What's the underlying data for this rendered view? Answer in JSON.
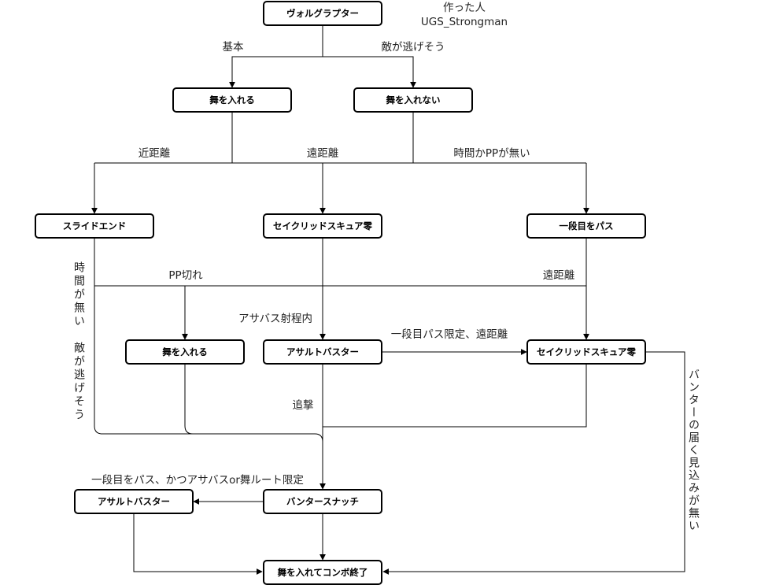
{
  "author": {
    "line1": "作った人",
    "line2": "UGS_Strongman"
  },
  "nodes": {
    "start": "ヴォルグラプター",
    "mai_ireru_top": "舞を入れる",
    "mai_irenai": "舞を入れない",
    "slide_end": "スライドエンド",
    "sacred_mid": "セイクリッドスキュア零",
    "ichidanme_pass": "一段目をパス",
    "mai_ireru_low": "舞を入れる",
    "assault_mid": "アサルトバスター",
    "sacred_right": "セイクリッドスキュア零",
    "banter_snatch": "バンタースナッチ",
    "assault_left": "アサルトバスター",
    "end": "舞を入れてコンボ終了"
  },
  "edge_labels": {
    "kihon": "基本",
    "teki_nigesou": "敵が逃げそう",
    "kinkyori": "近距離",
    "enkyori_top": "遠距離",
    "jikan_pp": "時間かPPが無い",
    "pp_gire": "PP切れ",
    "enkyori_right": "遠距離",
    "assault_range": "アサバス射程内",
    "ichidan_enkyori": "一段目パス限定、遠距離",
    "tsuigeki": "追撃",
    "ichidan_route": "一段目をパス、かつアサバスor舞ルート限定",
    "jikan_nai_vertical": "時間が無い　敵が逃げそう",
    "banter_vertical": "バンターの届く見込みが無い"
  }
}
